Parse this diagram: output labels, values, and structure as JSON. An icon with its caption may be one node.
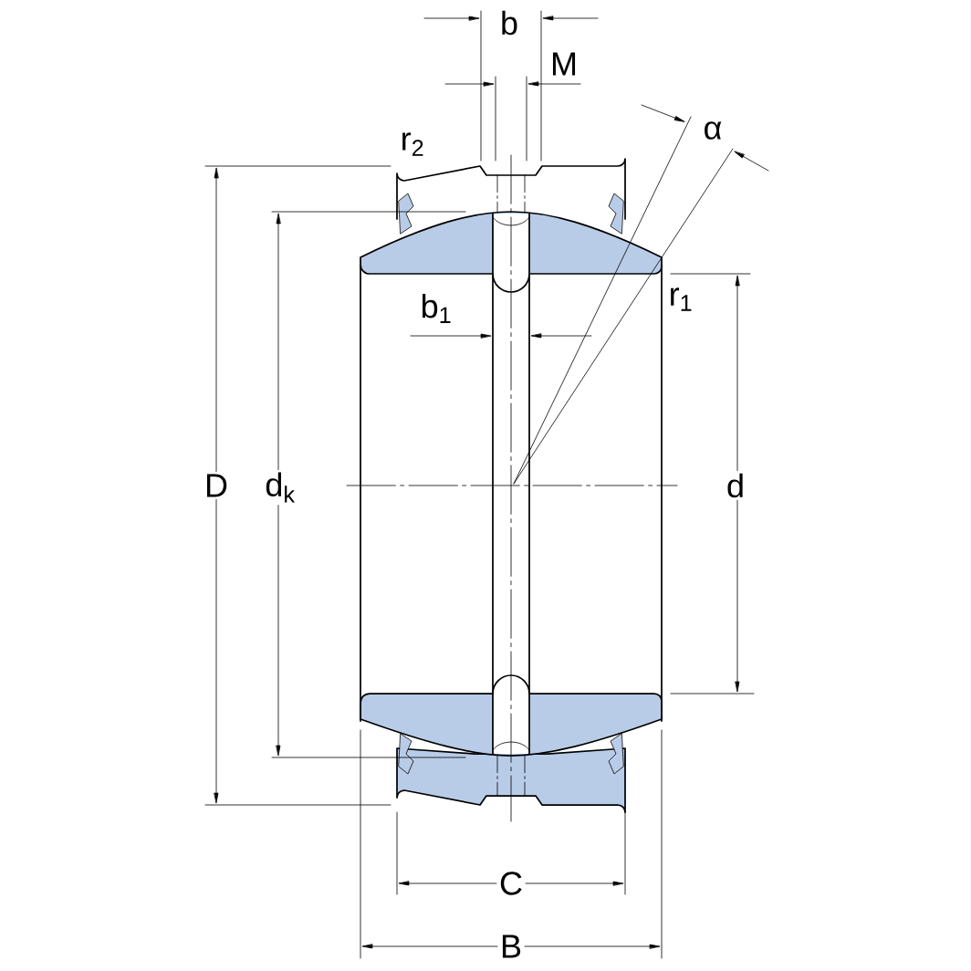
{
  "diagram": {
    "labels": [
      "b",
      "M",
      "α",
      "r$_{2}$",
      "r$_{1}$",
      "b$_{1}$",
      "D",
      "d$_{k}$",
      "d",
      "C",
      "B"
    ]
  }
}
